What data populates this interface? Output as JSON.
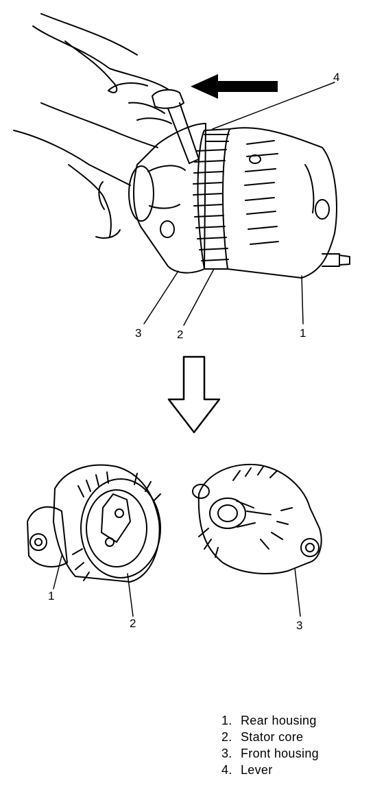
{
  "callouts_top": {
    "lever": "4",
    "front_housing": "3",
    "stator_core": "2",
    "rear_housing": "1"
  },
  "callouts_bottom": {
    "rear_housing": "1",
    "stator_core": "2",
    "front_housing": "3"
  },
  "legend": [
    {
      "num": "1.",
      "label": "Rear housing"
    },
    {
      "num": "2.",
      "label": "Stator core"
    },
    {
      "num": "3.",
      "label": "Front housing"
    },
    {
      "num": "4.",
      "label": "Lever"
    }
  ],
  "colors": {
    "ink": "#000000",
    "paper": "#ffffff"
  }
}
